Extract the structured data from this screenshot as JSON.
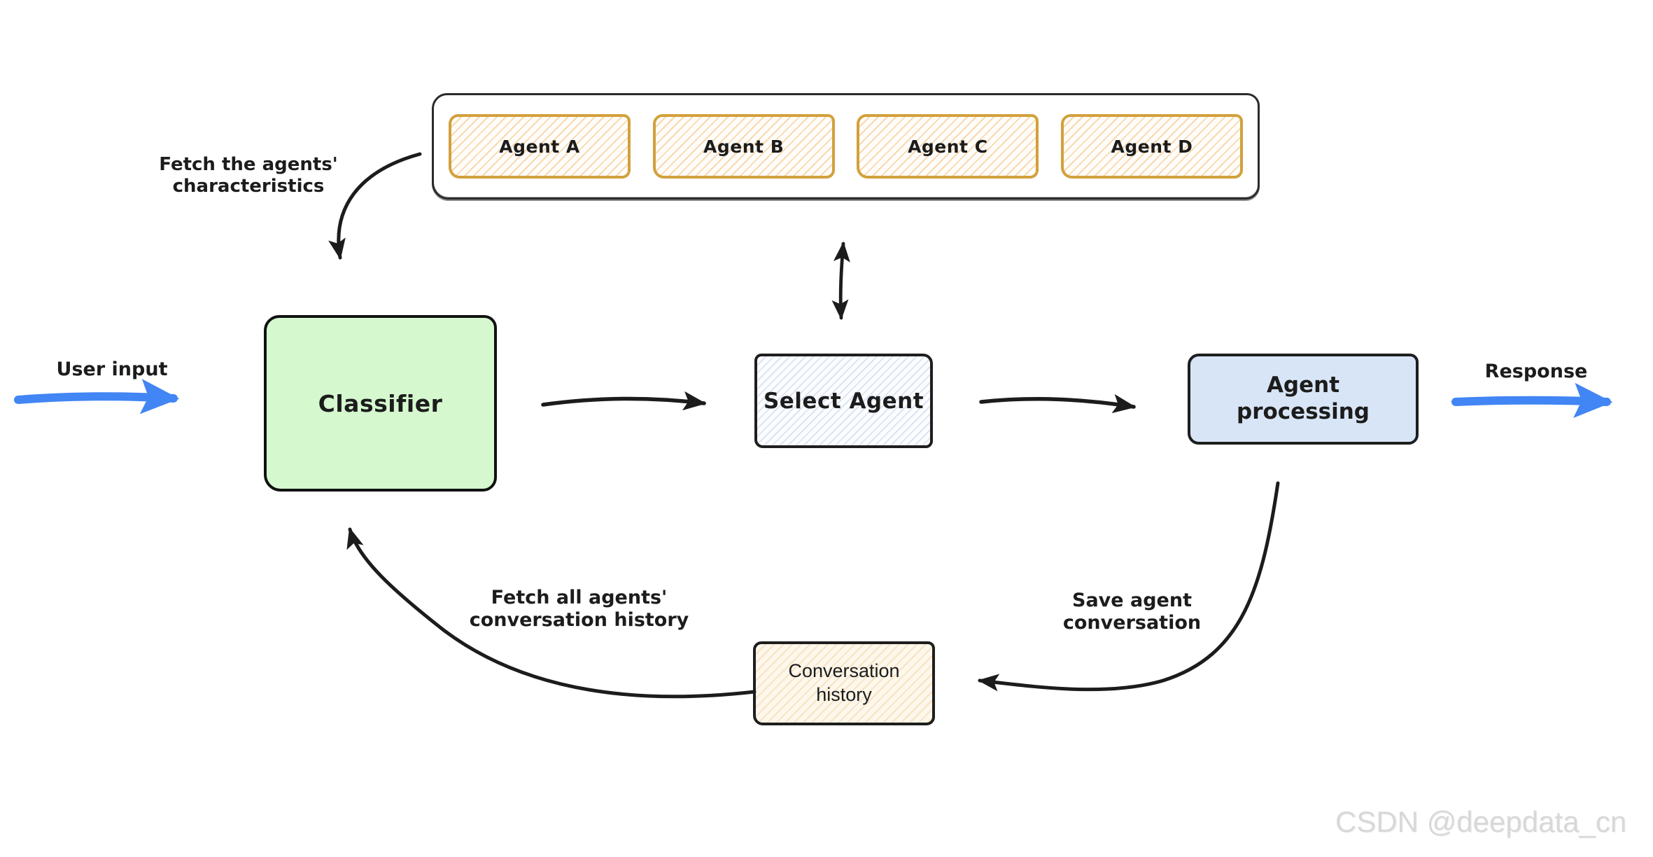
{
  "colors": {
    "background": "#ffffff",
    "arrow_blue": "#4285f4",
    "arrow_black": "#1c1c1c",
    "agent_box_border_gold": "#d2a13c",
    "agent_box_hatch_orange": "#f2ba78",
    "classifier_fill_green": "#d5f8cf",
    "agent_processing_fill_blue": "#d8e5f6",
    "select_agent_hatch_blue": "#b0c3e6",
    "conversation_history_fill_cream": "#fdf7ec",
    "conversation_history_hatch": "#f6d2a0",
    "node_border_black": "#1e1e1e",
    "watermark_gray": "#d8d8d8"
  },
  "agents_panel": {
    "items": [
      {
        "label": "Agent A"
      },
      {
        "label": "Agent B"
      },
      {
        "label": "Agent C"
      },
      {
        "label": "Agent D"
      }
    ]
  },
  "nodes": {
    "classifier": {
      "label": "Classifier"
    },
    "select_agent": {
      "label": "Select Agent"
    },
    "agent_processing": {
      "label": "Agent processing"
    },
    "conversation_history": {
      "label": "Conversation history"
    }
  },
  "edge_labels": {
    "user_input": "User input",
    "response": "Response",
    "fetch_characteristics": {
      "line1": "Fetch the agents'",
      "line2": "characteristics"
    },
    "fetch_history": {
      "line1": "Fetch all agents'",
      "line2": "conversation history"
    },
    "save_conversation": {
      "line1": "Save agent",
      "line2": "conversation"
    }
  },
  "watermark": "CSDN @deepdata_cn"
}
